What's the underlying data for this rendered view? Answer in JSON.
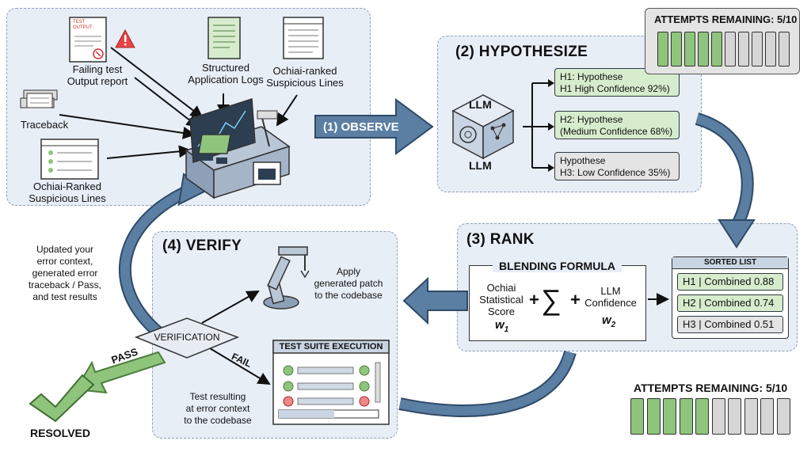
{
  "observe": {
    "failing_test": "Failing test\nOutput report",
    "test_doc_text": "TEST\nOUTPUT",
    "structured_logs": "Structured\nApplication Logs",
    "ochiai_top": "Ochiai-ranked\nSuspicious Lines",
    "traceback": "Traceback",
    "ochiai_bottom": "Ochiai-Ranked\nSuspicious Lines"
  },
  "arrow_observe": "(1) OBSERVE",
  "hypothesize": {
    "title": "(2) HYPOTHESIZE",
    "llm_top": "LLM",
    "llm_bottom": "LLM",
    "h1": "H1: Hypothese\nH1 High Confidence 92%)",
    "h2": "H2: Hypothese\n(Medium Confidence 68%)",
    "h3": "Hypothese\nH3: Low Confidence 35%)"
  },
  "attempts_top": {
    "label": "ATTEMPTS REMAINING: 5/10",
    "remaining": 5,
    "total": 10
  },
  "rank": {
    "title": "(3) RANK",
    "blending_title": "BLENDING FORMULA",
    "ochiai": "Ochiai\nStatistical\nScore",
    "w1": "w",
    "w1_sub": "1",
    "plus1": "+",
    "sigma": "∑",
    "plus2": "+",
    "llm_conf": "LLM\nConfidence",
    "w2": "w",
    "w2_sub": "2",
    "sorted_title": "SORTED LIST",
    "sorted": [
      "H1 | Combined 0.88",
      "H2 | Combined 0.74",
      "H3 | Combined 0.51"
    ]
  },
  "verify": {
    "title": "(4) VERIFY",
    "apply_patch": "Apply\ngenerated patch\nto the codebase",
    "verification": "VERIFICATION",
    "pass": "PASS",
    "fail": "FAIL",
    "suite_title": "TEST SUITE EXECUTION",
    "test_resulting": "Test resulting\nat error context\nto the codebase"
  },
  "loop_text": "Updated your\nerror context,\ngenerated error\ntraceback / Pass,\nand test results",
  "resolved": "RESOLVED",
  "attempts_bottom": {
    "label": "ATTEMPTS REMAINING: 5/10",
    "remaining": 5,
    "total": 10
  },
  "colors": {
    "arrow": "#4f6f91",
    "green": "#8fc47c",
    "grey": "#d6d6d6",
    "panel": "#e8eef6"
  }
}
